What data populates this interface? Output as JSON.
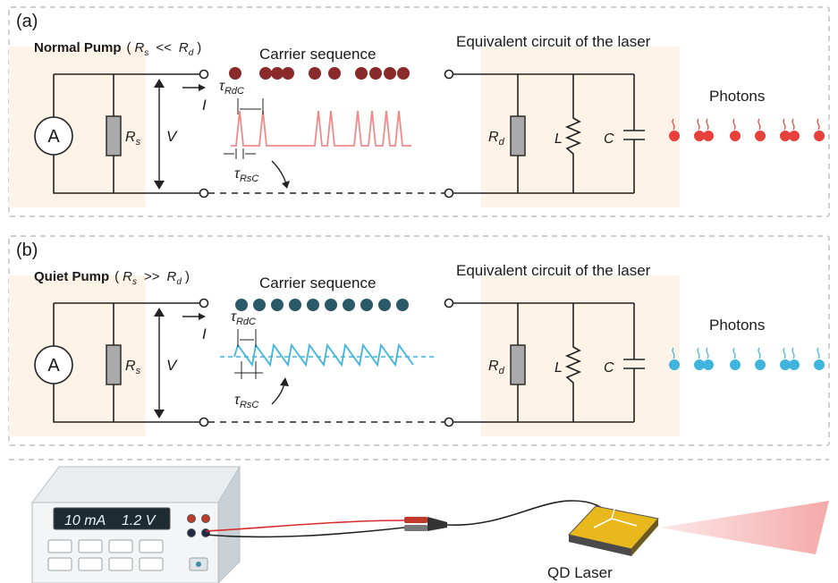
{
  "panels": [
    {
      "tag": "(a)",
      "pump_name": "Normal Pump",
      "condition": {
        "open": "(",
        "left": "R",
        "left_sub": "s",
        "op": "<<",
        "right": "R",
        "right_sub": "d",
        "close": ")"
      },
      "carrier_label": "Carrier sequence",
      "laser_label": "Equivalent circuit of the laser",
      "photons_label": "Photons",
      "carrier_color": "#8b2a2a",
      "signal_color": "#f08a8a",
      "photon_color": "#e8413c"
    },
    {
      "tag": "(b)",
      "pump_name": "Quiet Pump",
      "condition": {
        "open": "(",
        "left": "R",
        "left_sub": "s",
        "op": ">>",
        "right": "R",
        "right_sub": "d",
        "close": ")"
      },
      "carrier_label": "Carrier sequence",
      "laser_label": "Equivalent circuit of the laser",
      "photons_label": "Photons",
      "carrier_color": "#2a5a6a",
      "signal_color": "#3fb4dc",
      "photon_color": "#3fb4dc"
    }
  ],
  "symbols": {
    "ammeter": "A",
    "Rs": "R",
    "Rs_sub": "s",
    "V": "V",
    "I": "I",
    "Rd": "R",
    "Rd_sub": "d",
    "L": "L",
    "C": "C",
    "tau": "τ",
    "tau_RdC_sub": "RdC",
    "tau_RsC_sub": "RsC"
  },
  "hardware": {
    "display_current": "10 mA",
    "display_voltage": "1.2 V",
    "laser_label": "QD Laser"
  },
  "colors": {
    "panel_shade": "#fdf3e6",
    "beam": "#f4a0a0",
    "chip": "#e8b81c"
  }
}
